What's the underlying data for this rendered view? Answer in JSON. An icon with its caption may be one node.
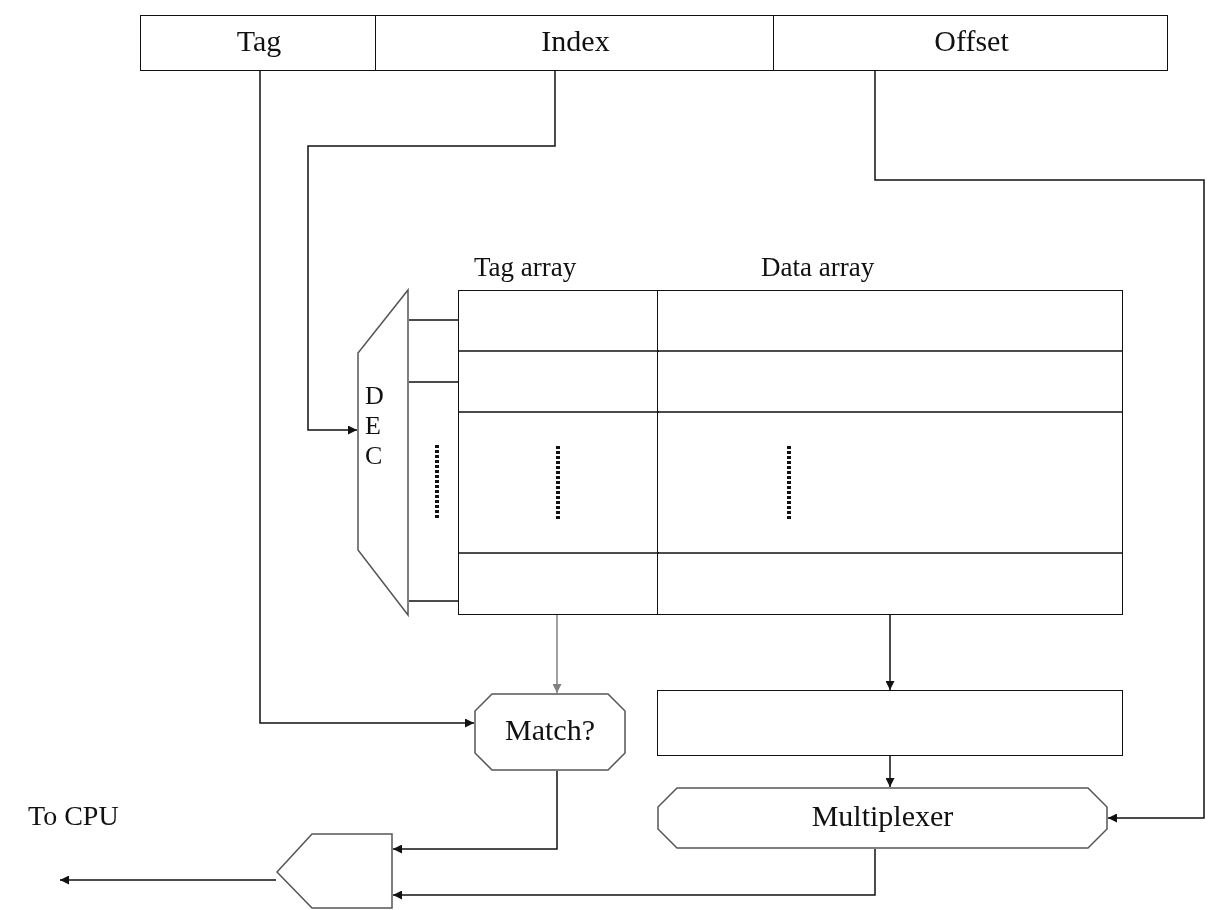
{
  "diagram": {
    "nodes": [
      {
        "text": [
          "Tag"
        ]
      },
      {
        "text": [
          "Index"
        ]
      },
      {
        "text": [
          "Offset"
        ]
      },
      {
        "text": [
          "D E C"
        ]
      },
      {
        "text": [
          "Tag array"
        ]
      },
      {
        "text": [
          "Data array"
        ]
      },
      {
        "text": [
          "Match?"
        ]
      },
      {
        "text": [],
        "shape": "box"
      },
      {
        "text": [
          "Multiplexer"
        ]
      },
      {
        "text": [],
        "shape": "pentagon"
      }
    ],
    "edges": [
      {
        "from": 0,
        "to": 6,
        "arrow": "to"
      },
      {
        "from": 1,
        "to": 3,
        "arrow": "to"
      },
      {
        "from": 2,
        "to": 8,
        "arrow": "to"
      },
      {
        "from": 3,
        "to": 4,
        "arrow": "none"
      },
      {
        "from": 4,
        "to": 6,
        "arrow": "to",
        "color": "#808080"
      },
      {
        "from": 5,
        "to": 7,
        "arrow": "to"
      },
      {
        "from": 7,
        "to": 8,
        "arrow": "to"
      },
      {
        "from": 6,
        "to": 9,
        "arrow": "to"
      },
      {
        "from": 8,
        "to": 9,
        "arrow": "to"
      },
      {
        "from": 9,
        "to": null,
        "arrow": "to"
      }
    ],
    "labels": [
      "To CPU"
    ]
  }
}
